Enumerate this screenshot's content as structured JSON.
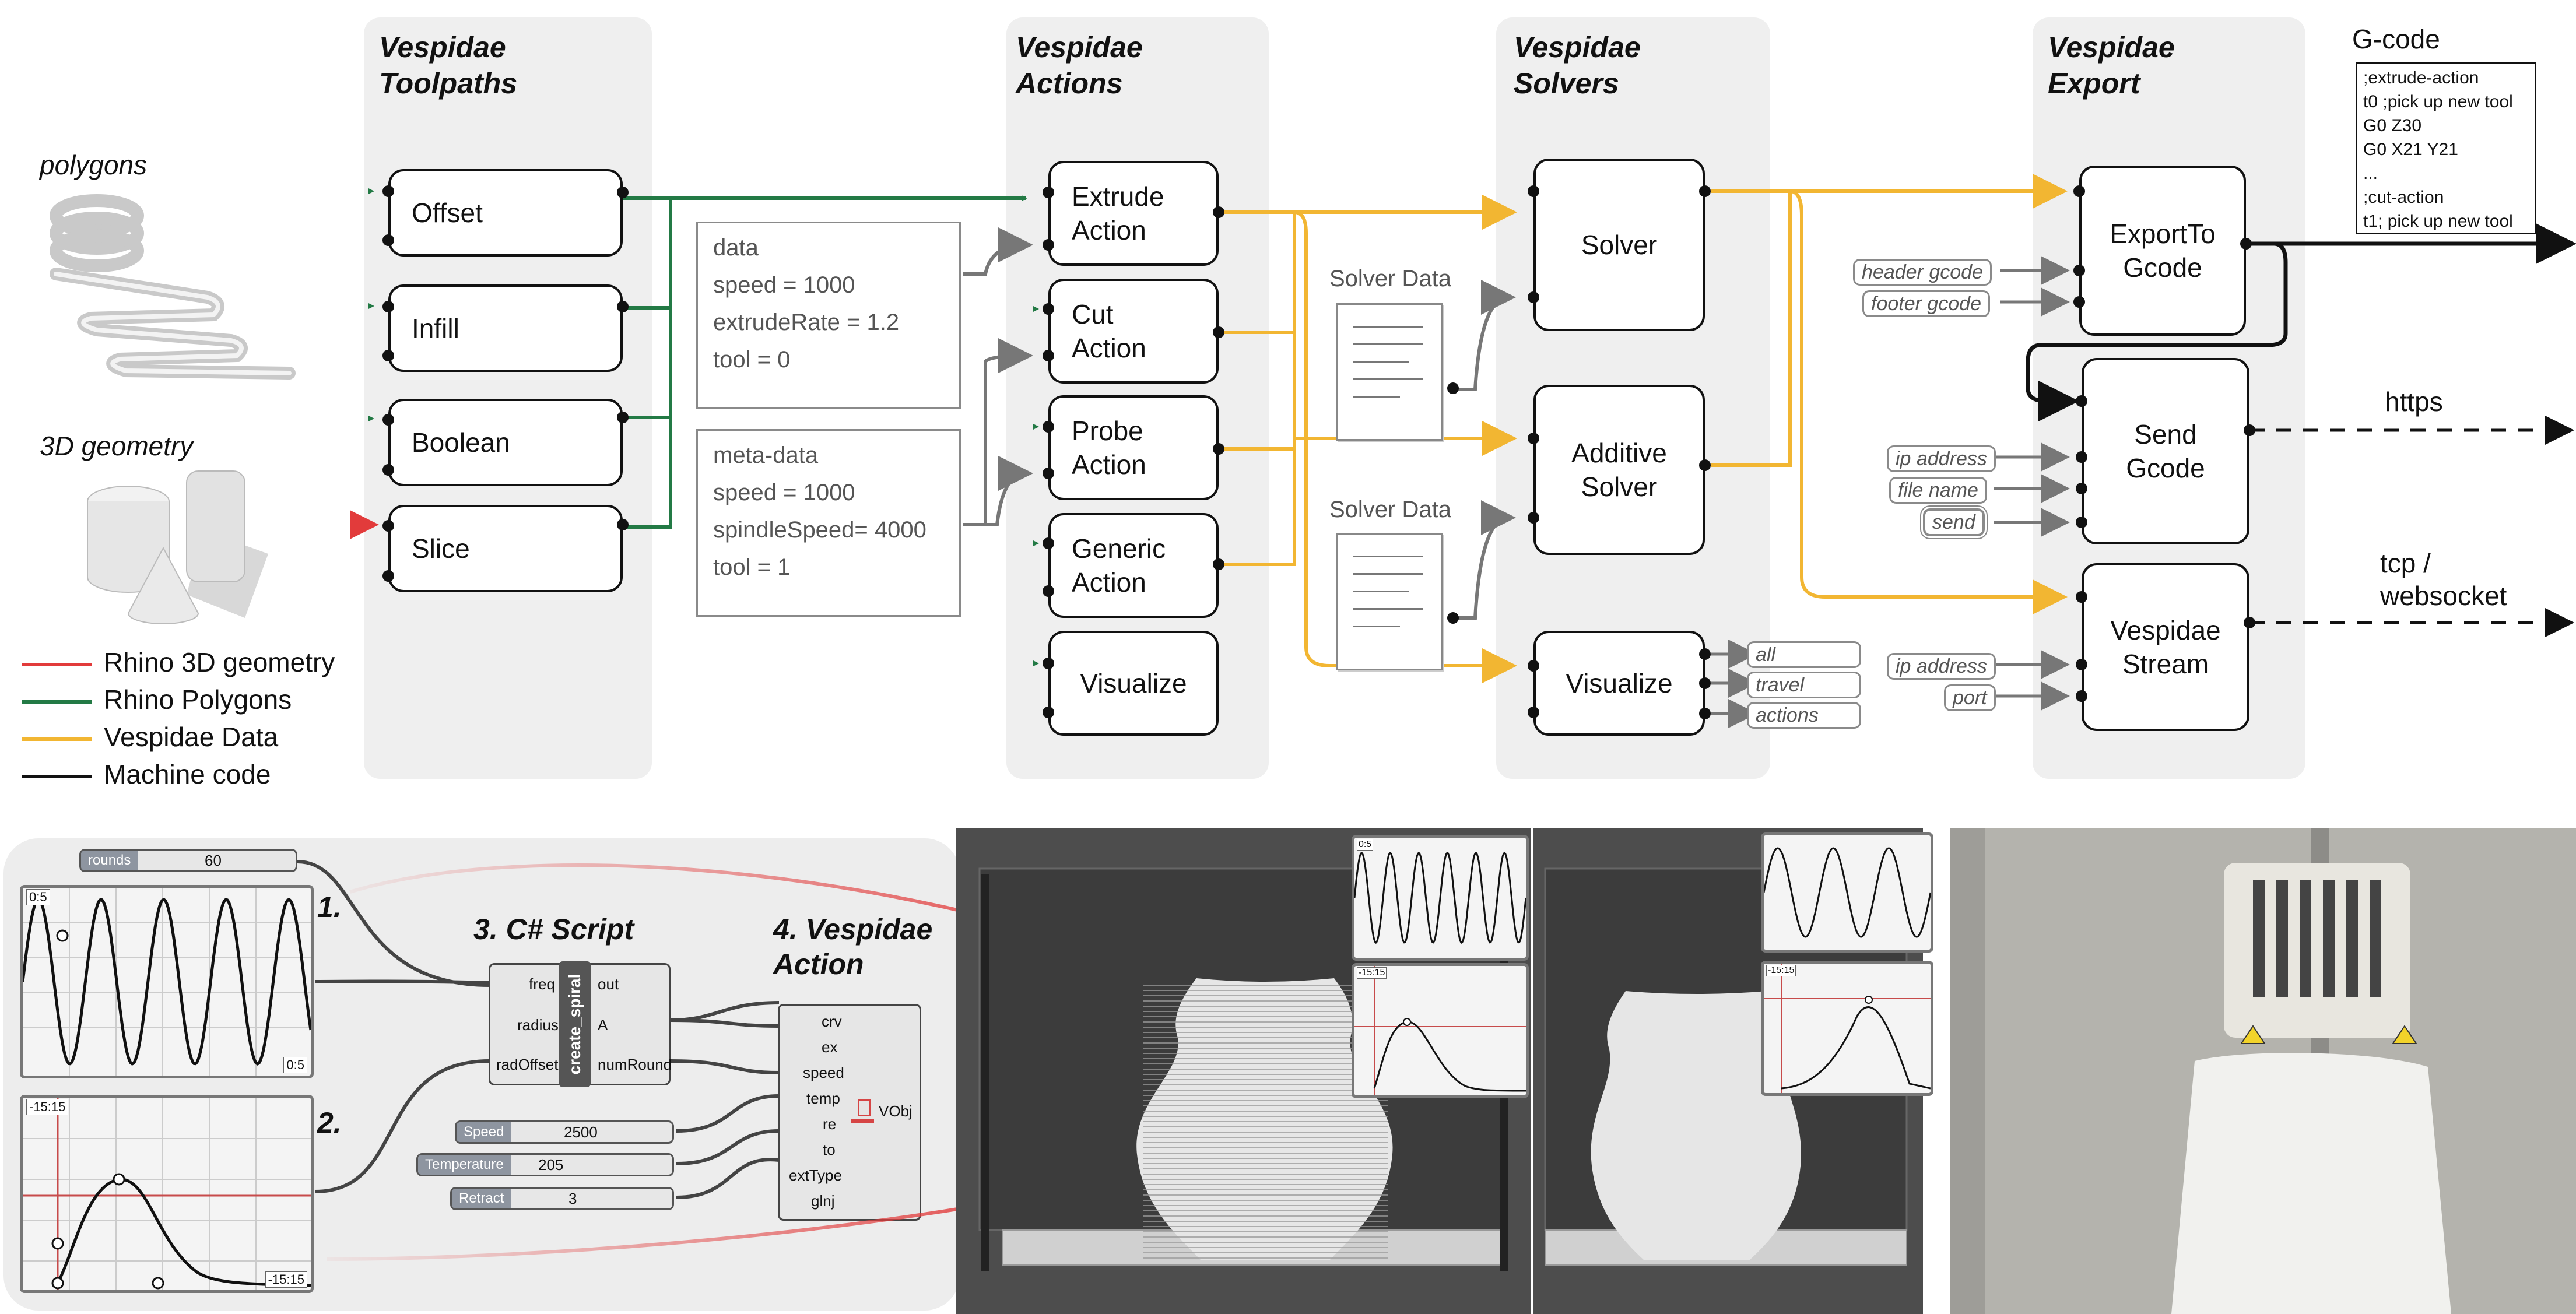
{
  "panels": {
    "toolpaths": {
      "title": [
        "Vespidae",
        "Toolpaths"
      ],
      "nodes": [
        "Offset",
        "Infill",
        "Boolean",
        "Slice"
      ]
    },
    "actions": {
      "title": [
        "Vespidae",
        "Actions"
      ],
      "nodes": [
        [
          "Extrude",
          "Action"
        ],
        [
          "Cut",
          "Action"
        ],
        [
          "Probe",
          "Action"
        ],
        [
          "Generic",
          "Action"
        ],
        [
          "Visualize"
        ]
      ]
    },
    "solvers": {
      "title": [
        "Vespidae",
        "Solvers"
      ],
      "nodes": [
        [
          "Solver"
        ],
        [
          "Additive",
          "Solver"
        ],
        [
          "Visualize"
        ]
      ]
    },
    "export": {
      "title": [
        "Vespidae",
        "Export"
      ],
      "nodes": [
        [
          "ExportTo",
          "Gcode"
        ],
        [
          "Send",
          "Gcode"
        ],
        [
          "Vespidae",
          "Stream"
        ]
      ]
    }
  },
  "inputs": {
    "polygons": "polygons",
    "geometry": "3D geometry"
  },
  "data_box": {
    "title": "data",
    "lines": [
      "speed = 1000",
      "extrudeRate = 1.2",
      "tool = 0"
    ]
  },
  "meta_box": {
    "title": "meta-data",
    "lines": [
      "speed = 1000",
      "spindleSpeed= 4000",
      "tool = 1"
    ]
  },
  "solver_data": [
    "Solver Data",
    "Solver Data"
  ],
  "visualize_outputs": [
    "all",
    "travel",
    "actions"
  ],
  "export_inputs": {
    "export": [
      "header gcode",
      "footer gcode"
    ],
    "send": [
      "ip address",
      "file name",
      "send"
    ],
    "stream": [
      "ip address",
      "port"
    ]
  },
  "outputs": {
    "https": "https",
    "tcp": [
      "tcp /",
      "websocket"
    ]
  },
  "gcode": {
    "title": "G-code",
    "lines": [
      ";extrude-action",
      "t0 ;pick up new tool",
      "G0 Z30",
      "G0 X21 Y21",
      "...",
      ";cut-action",
      "t1; pick up new tool"
    ]
  },
  "legend": [
    {
      "label": "Rhino 3D geometry",
      "color": "#e23b3b"
    },
    {
      "label": "Rhino Polygons",
      "color": "#237a45"
    },
    {
      "label": "Vespidae Data",
      "color": "#f2b632"
    },
    {
      "label": "Machine code",
      "color": "#111111"
    }
  ],
  "colors": {
    "green": "#237a45",
    "yellow": "#f2b632",
    "red": "#e23b3b",
    "black": "#111111",
    "gray": "#777777"
  },
  "bottom": {
    "rounds_slider": {
      "name": "rounds",
      "value": "60"
    },
    "step1": "1.",
    "step2": "2.",
    "step3": "3. C# Script",
    "step4": [
      "4. Vespidae",
      "Action"
    ],
    "graph1_range": "0:5",
    "graph1_corner": "0:5",
    "graph2_range": "-15:15",
    "graph2_corner": "-15:15",
    "script": {
      "name": "create_spiral",
      "inputs": [
        "freq",
        "radius",
        "radOffset"
      ],
      "outputs": [
        "out",
        "A",
        "numRound"
      ]
    },
    "sliders": [
      {
        "name": "Speed",
        "value": "2500"
      },
      {
        "name": "Temperature",
        "value": "205"
      },
      {
        "name": "Retract",
        "value": "3"
      }
    ],
    "action": {
      "inputs": [
        "crv",
        "ex",
        "speed",
        "temp",
        "re",
        "to",
        "extType",
        "glnj"
      ],
      "output": "VObj"
    },
    "preview_graph_labels": [
      "0:5",
      "-15:15",
      "-15:15"
    ]
  }
}
